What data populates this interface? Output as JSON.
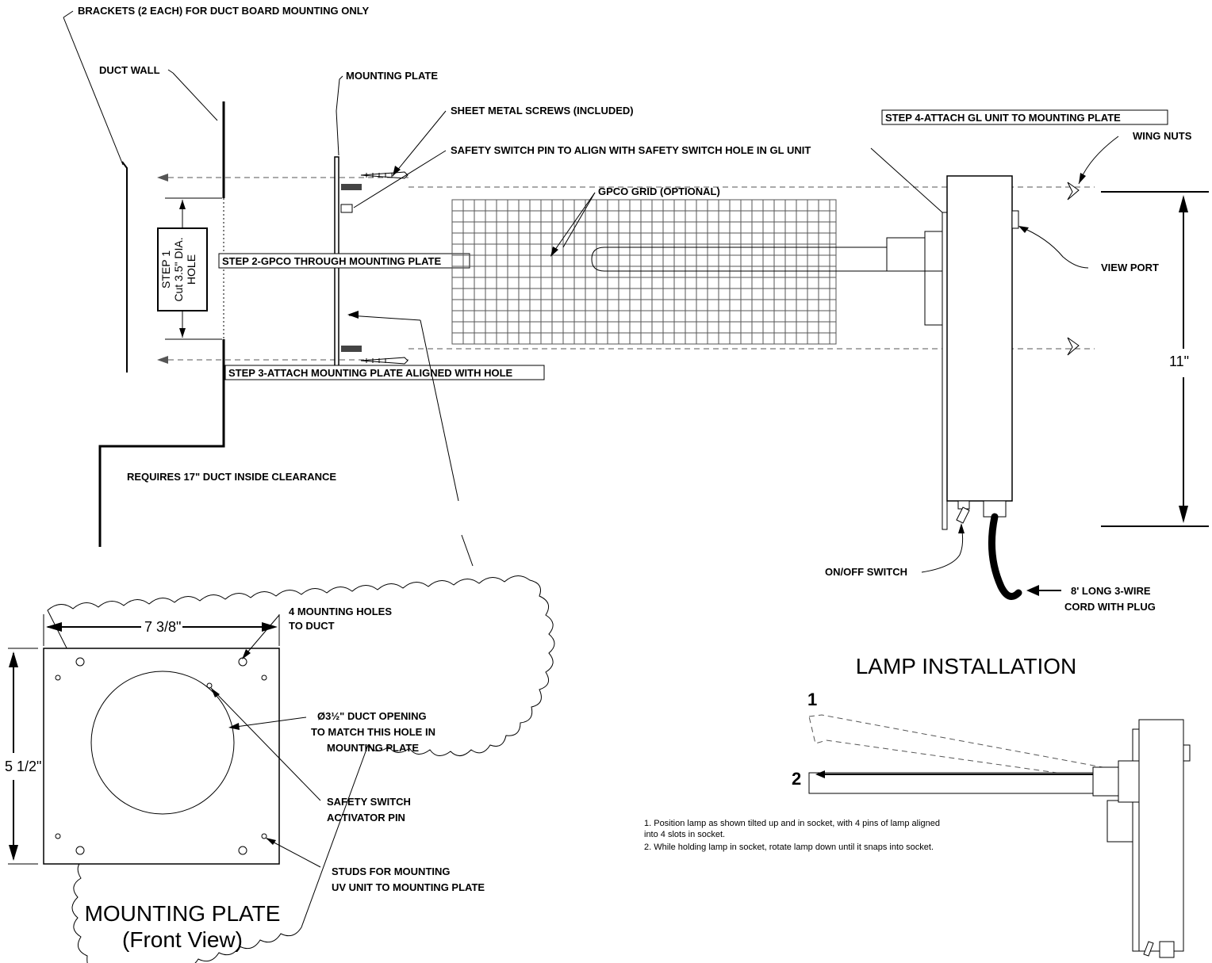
{
  "labels": {
    "brackets": "BRACKETS (2 EACH) FOR DUCT BOARD MOUNTING ONLY",
    "duct_wall": "DUCT WALL",
    "mounting_plate": "MOUNTING PLATE",
    "sheet_metal_screws": "SHEET METAL SCREWS (INCLUDED)",
    "safety_pin": "SAFETY SWITCH PIN TO ALIGN WITH SAFETY SWITCH HOLE IN GL UNIT",
    "step4": "STEP 4-ATTACH   GL   UNIT TO MOUNTING PLATE",
    "wing_nuts": "WING NUTS",
    "gpco_grid": "GPCO GRID (OPTIONAL)",
    "view_port": "VIEW PORT",
    "step1_line1": "STEP 1",
    "step1_line2": "Cut 3.5\" DIA.",
    "step1_line3": "HOLE",
    "step2": "STEP 2-GPCO THROUGH MOUNTING PLATE",
    "step3": "STEP 3-ATTACH MOUNTING PLATE ALIGNED WITH HOLE",
    "dim_11": "11\"",
    "clearance": "REQUIRES  17\"  DUCT INSIDE CLEARANCE",
    "on_off_switch": "ON/OFF SWITCH",
    "cord_line1": "8'  LONG 3-WIRE",
    "cord_line2": "CORD WITH PLUG",
    "dim_width": "7 3/8\"",
    "dim_height": "5 1/2\"",
    "holes_line1": "4 MOUNTING HOLES",
    "holes_line2": "TO DUCT",
    "duct_opening_line1": "Ø3½\" DUCT OPENING",
    "duct_opening_line2": "TO MATCH THIS HOLE IN",
    "duct_opening_line3": "MOUNTING PLATE",
    "activator_line1": "SAFETY SWITCH",
    "activator_line2": "ACTIVATOR PIN",
    "studs_line1": "STUDS FOR MOUNTING",
    "studs_line2": "UV UNIT TO MOUNTING PLATE",
    "mp_title_line1": "MOUNTING PLATE",
    "mp_title_line2": "(Front View)",
    "lamp_title": "LAMP INSTALLATION",
    "pos1": "1",
    "pos2": "2",
    "instr1a": "1.  Position lamp as shown tilted up and in socket, with 4 pins of lamp aligned",
    "instr1b": "     into 4 slots in socket.",
    "instr2": "2.  While holding lamp in socket, rotate lamp down until it snaps into socket."
  }
}
